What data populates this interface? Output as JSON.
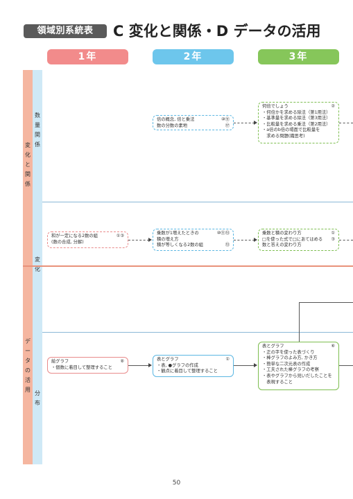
{
  "header": {
    "tag": "領域別系統表",
    "title": "C 変化と関係・D データの活用"
  },
  "years": [
    "1年",
    "2年",
    "3年"
  ],
  "side": {
    "band_a": "変\n化\nと\n関\n係",
    "band_b": "デ\nー\nタ\nの\n活\n用",
    "sub1": "数\n量\n関\n係",
    "sub2": "変\n化",
    "sub4": "分\n布"
  },
  "boxes": {
    "b2_1": {
      "lines": [
        {
          "text": "倍の概念, 倍と乗法",
          "ref": "⑩⑪"
        },
        {
          "text": "数の分数の素地",
          "ref": "⑰"
        }
      ]
    },
    "b3_1": {
      "lines": [
        {
          "text": "何倍でしょう",
          "ref": "②"
        },
        {
          "text": "・何倍かを求める除法（第1用法）",
          "ref": ""
        },
        {
          "text": "・基準量を求める除法（第3用法）",
          "ref": ""
        },
        {
          "text": "・比較量を求める乗法（第2用法）",
          "ref": ""
        },
        {
          "text": "・a倍のb倍の場面で比較量を",
          "ref": ""
        },
        {
          "text": "　求める問題(織思考)",
          "ref": ""
        }
      ]
    },
    "b1_2": {
      "lines": [
        {
          "text": "和が一定になる2数の組",
          "ref": "①③"
        },
        {
          "text": "(数の合成, 分解)",
          "ref": ""
        }
      ]
    },
    "b2_2": {
      "lines": [
        {
          "text": "乗数が1増えたときの",
          "ref": "⑩⑪⑬"
        },
        {
          "text": "積の増え方",
          "ref": ""
        },
        {
          "text": "積が等しくなる2数の組",
          "ref": "⑬"
        }
      ]
    },
    "b3_2": {
      "lines": [
        {
          "text": "乗数と積の変わり方",
          "ref": "①"
        },
        {
          "text": "□を使った式で□にあてはめる",
          "ref": "③"
        },
        {
          "text": "数と答えの変わり方",
          "ref": ""
        }
      ]
    },
    "b1_4": {
      "lines": [
        {
          "text": "絵グラフ",
          "ref": "⑧"
        },
        {
          "text": "・個数に着目して整理すること",
          "ref": ""
        }
      ]
    },
    "b2_4": {
      "lines": [
        {
          "text": "表とグラフ",
          "ref": "①"
        },
        {
          "text": "・表, ●グラフの作成",
          "ref": ""
        },
        {
          "text": "・観点に着目して整理すること",
          "ref": ""
        }
      ]
    },
    "b3_4": {
      "lines": [
        {
          "text": "表とグラフ",
          "ref": "⑥"
        },
        {
          "text": "・正の字を使った表づくり",
          "ref": ""
        },
        {
          "text": "・棒グラフのよみ方, かき方",
          "ref": ""
        },
        {
          "text": "・簡単な二次元表の作成",
          "ref": ""
        },
        {
          "text": "・工夫された棒グラフの考察",
          "ref": ""
        },
        {
          "text": "・表やグラフから見いだしたことを",
          "ref": ""
        },
        {
          "text": "　表現すること",
          "ref": ""
        }
      ]
    }
  },
  "page_number": "50"
}
